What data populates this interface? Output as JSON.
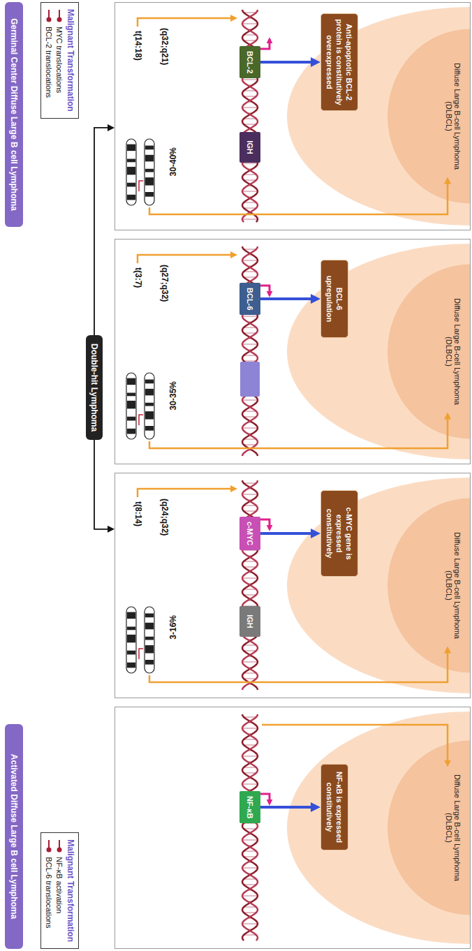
{
  "diagram": {
    "nodes": [
      {
        "text": [
          "Germinal Center Diffuse Large B cell Lymphoma"
        ]
      },
      {
        "text": [
          "Activated Diffuse Large B cell Lymphoma"
        ]
      },
      {
        "text": [
          "Double-hit Lymphoma"
        ]
      },
      {
        "text": [
          "t(14:18)",
          "(q32;q21)",
          "30-40%"
        ]
      },
      {
        "text": [
          "BCL-2"
        ],
        "in": 3
      },
      {
        "text": [
          "IGH"
        ],
        "in": 3
      },
      {
        "text": [
          "Diffuse Large B-cell Lymphoma (DLBCL)"
        ],
        "in": 3
      },
      {
        "text": [
          "Anti-apoptotic BCL-2 protein is constitutively overexpressed"
        ],
        "in": 6
      },
      {
        "text": [
          "t(3:7)",
          "(q27;q32)",
          "30-35%"
        ]
      },
      {
        "text": [
          "BCL-6"
        ],
        "in": 8
      },
      {
        "text": [
          "Diffuse Large B-cell Lymphoma (DLBCL)"
        ],
        "in": 8
      },
      {
        "text": [
          "BCL-6 upregulation"
        ],
        "in": 10
      },
      {
        "text": [
          "t(8:14)",
          "(q24;q32)",
          "3-16%"
        ]
      },
      {
        "text": [
          "c-MYC"
        ],
        "in": 12
      },
      {
        "text": [
          "IGH"
        ],
        "in": 12
      },
      {
        "text": [
          "Diffuse Large B-cell Lymphoma (DLBCL)"
        ],
        "in": 12
      },
      {
        "text": [
          "c-MYC gene is expressed constitutively"
        ],
        "in": 15
      },
      {
        "text": [
          "NF-κB"
        ]
      },
      {
        "text": [
          "Diffuse Large B-cell Lymphoma (DLBCL)"
        ]
      },
      {
        "text": [
          "NF-κB is expressed constitutively"
        ],
        "in": 18
      }
    ],
    "edges": [
      {
        "from": 2,
        "to": 3,
        "arrow": "to"
      },
      {
        "from": 2,
        "to": 12,
        "arrow": "to"
      },
      {
        "from": 4,
        "to": 7,
        "arrow": "to"
      },
      {
        "from": 9,
        "to": 11,
        "arrow": "to"
      },
      {
        "from": 13,
        "to": 16,
        "arrow": "to"
      },
      {
        "from": 17,
        "to": 19,
        "arrow": "to"
      }
    ],
    "labels": [
      "Malignant Transformation",
      "Malignant Transformation"
    ],
    "legend": [
      {
        "text": "MYC translocations"
      },
      {
        "text": "BCL-2 translocations"
      },
      {
        "text": "NF-κB activation"
      },
      {
        "text": "BCL-6 translocations"
      }
    ]
  }
}
